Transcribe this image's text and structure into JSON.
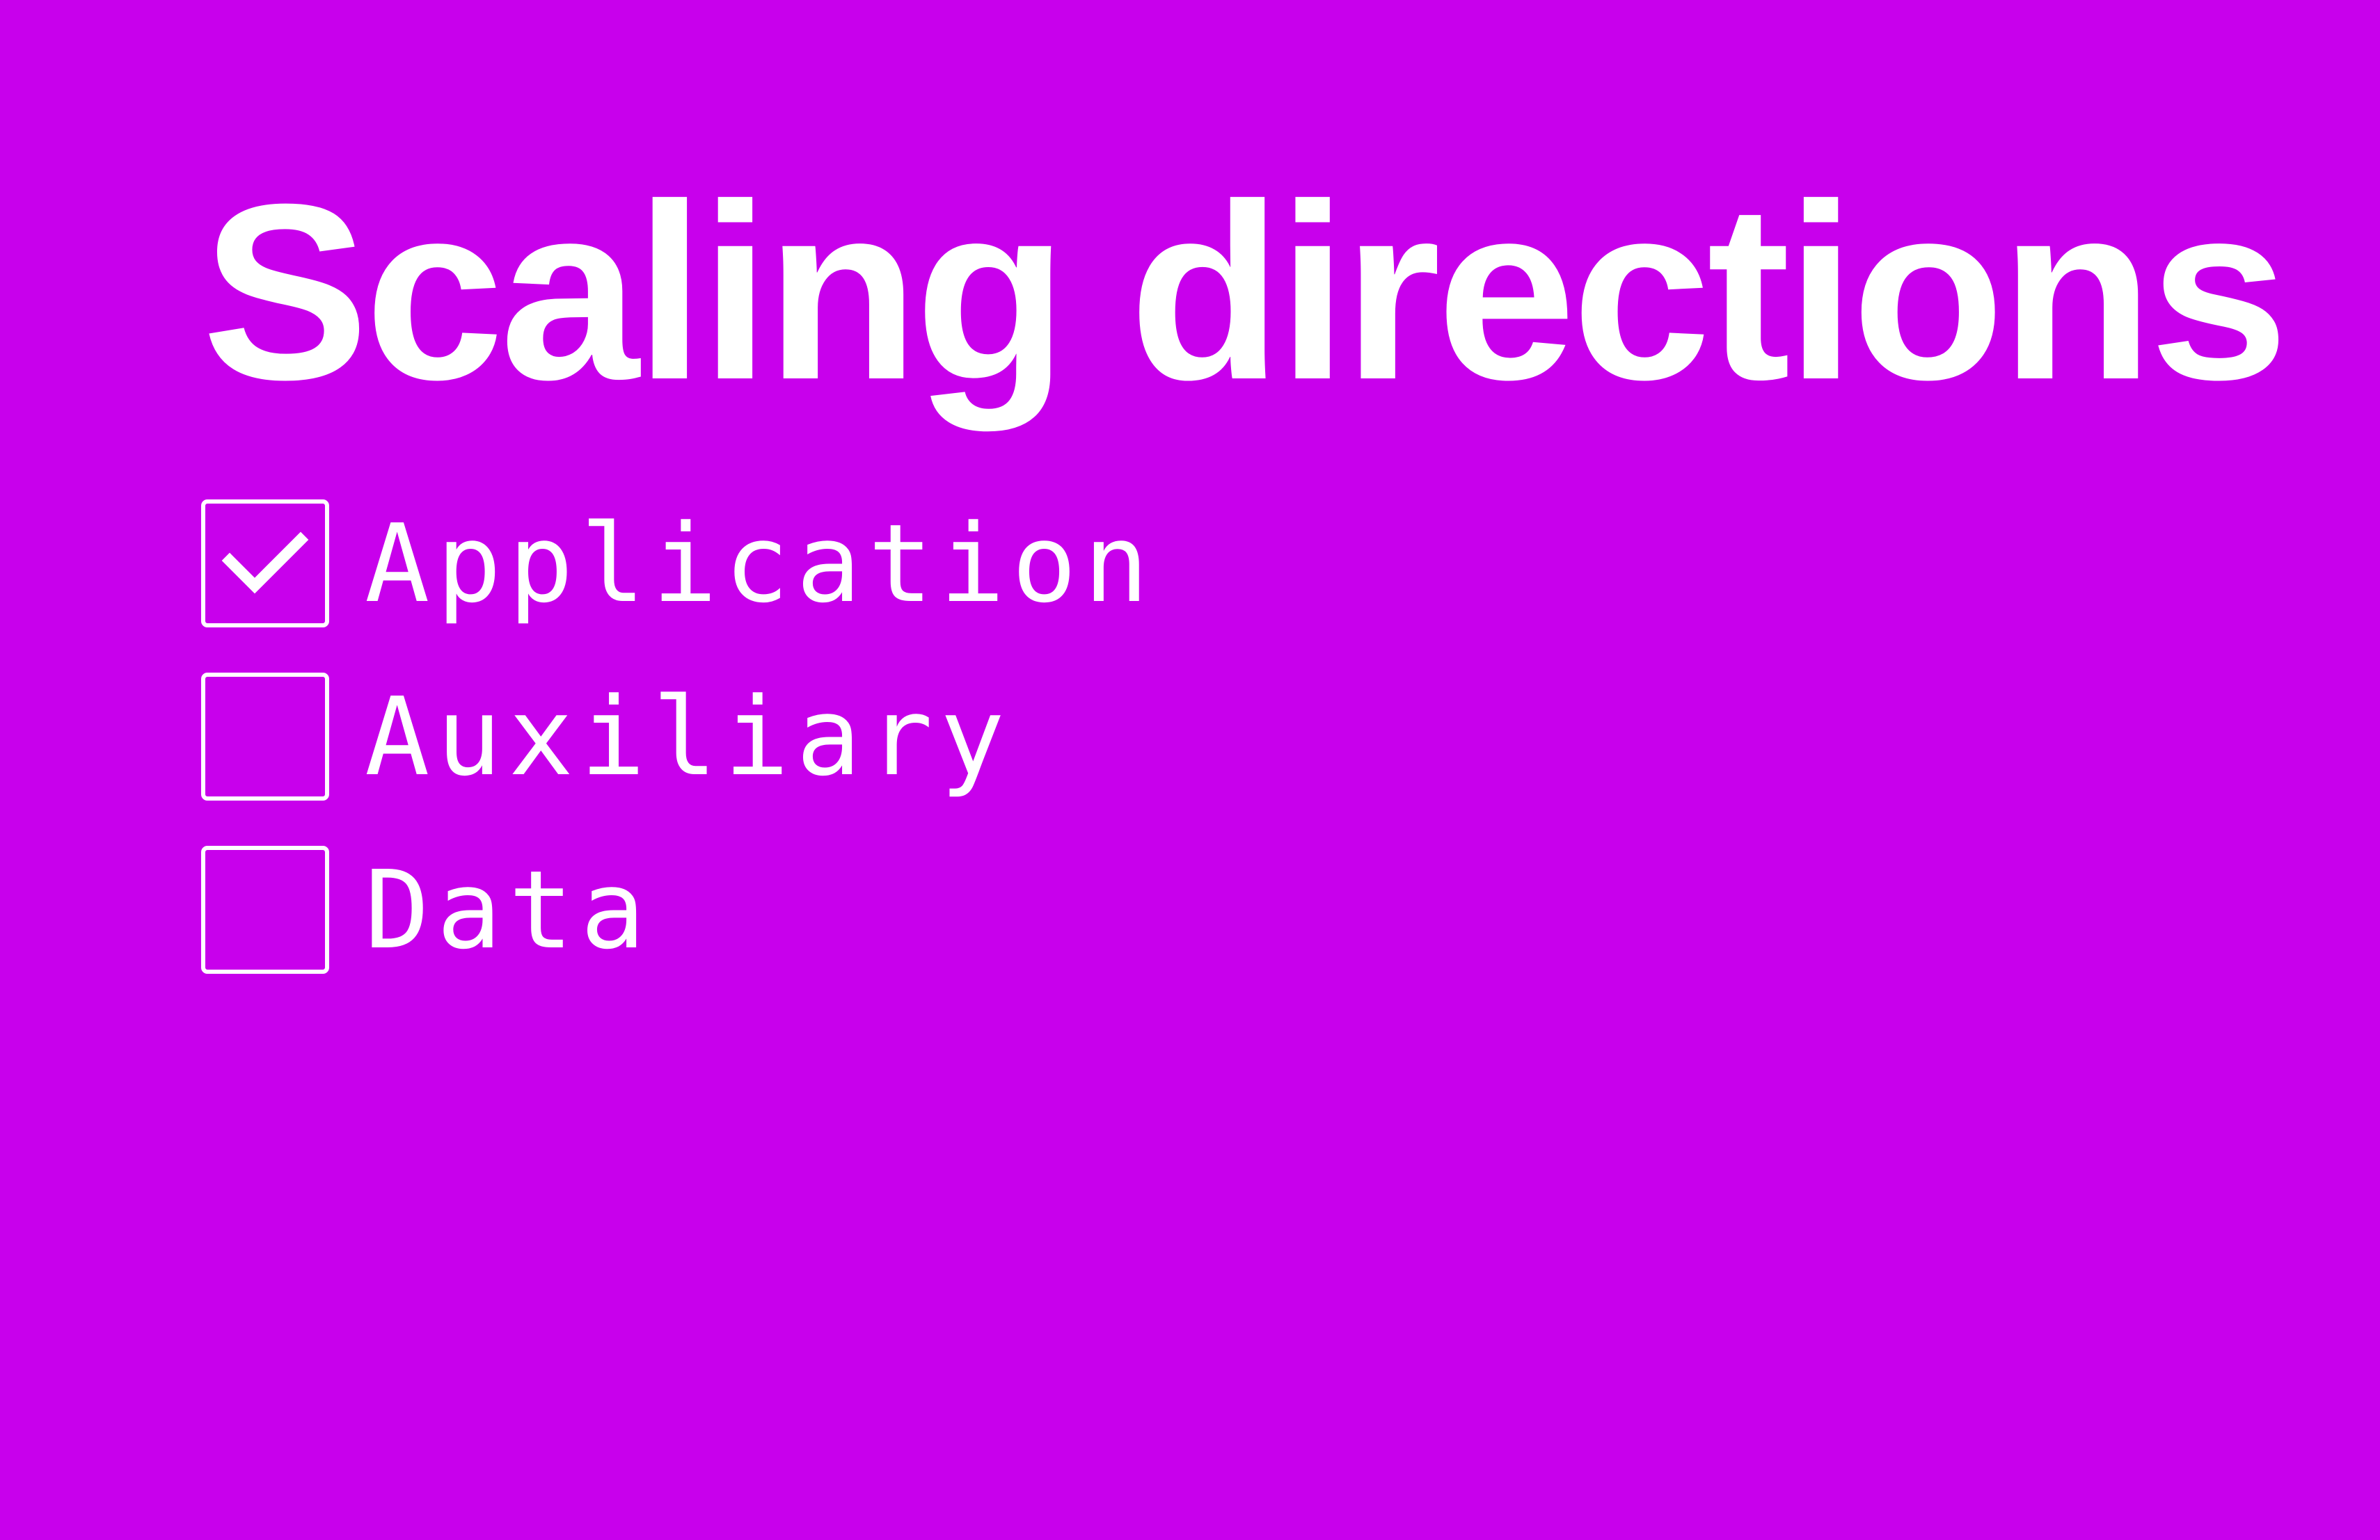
{
  "title": "Scaling directions",
  "colors": {
    "background": "#c800ec",
    "foreground": "#ffffff"
  },
  "options": [
    {
      "label": "Application",
      "checked": true,
      "icon": "checkmark-icon"
    },
    {
      "label": "Auxiliary",
      "checked": false
    },
    {
      "label": "Data",
      "checked": false
    }
  ]
}
